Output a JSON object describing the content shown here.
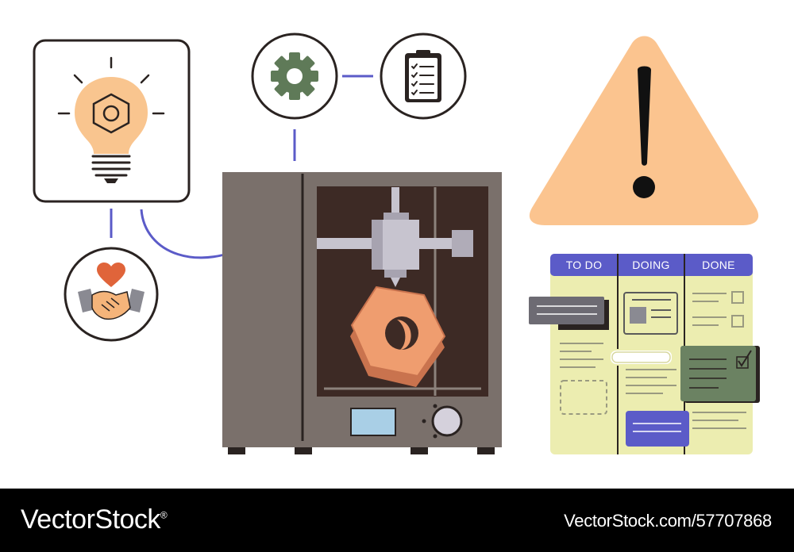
{
  "kanban": {
    "columns": [
      "TO DO",
      "DOING",
      "DONE"
    ],
    "header_color": "#5b5bc8",
    "board_color": "#ecedb0"
  },
  "watermark": {
    "brand": "VectorStock",
    "registered_mark": "®",
    "url_id": "VectorStock.com/57707868"
  },
  "colors": {
    "outline": "#2a2321",
    "accent_line": "#5b5bc8",
    "bulb_peach": "#f9c58f",
    "warning_peach": "#fbc48f",
    "printer_body": "#7a706b",
    "printer_interior": "#3d2a25",
    "nut_orange": "#ef9d6f",
    "gear_green": "#5f7a58",
    "heart_red": "#e0643a",
    "sticky_green": "#6b8262",
    "footer_bg": "#000000"
  },
  "icons": [
    "light-bulb-icon",
    "hex-nut-icon",
    "gear-icon",
    "clipboard-checklist-icon",
    "handshake-heart-icon",
    "warning-triangle-icon",
    "3d-printer-icon",
    "kanban-board-icon"
  ]
}
